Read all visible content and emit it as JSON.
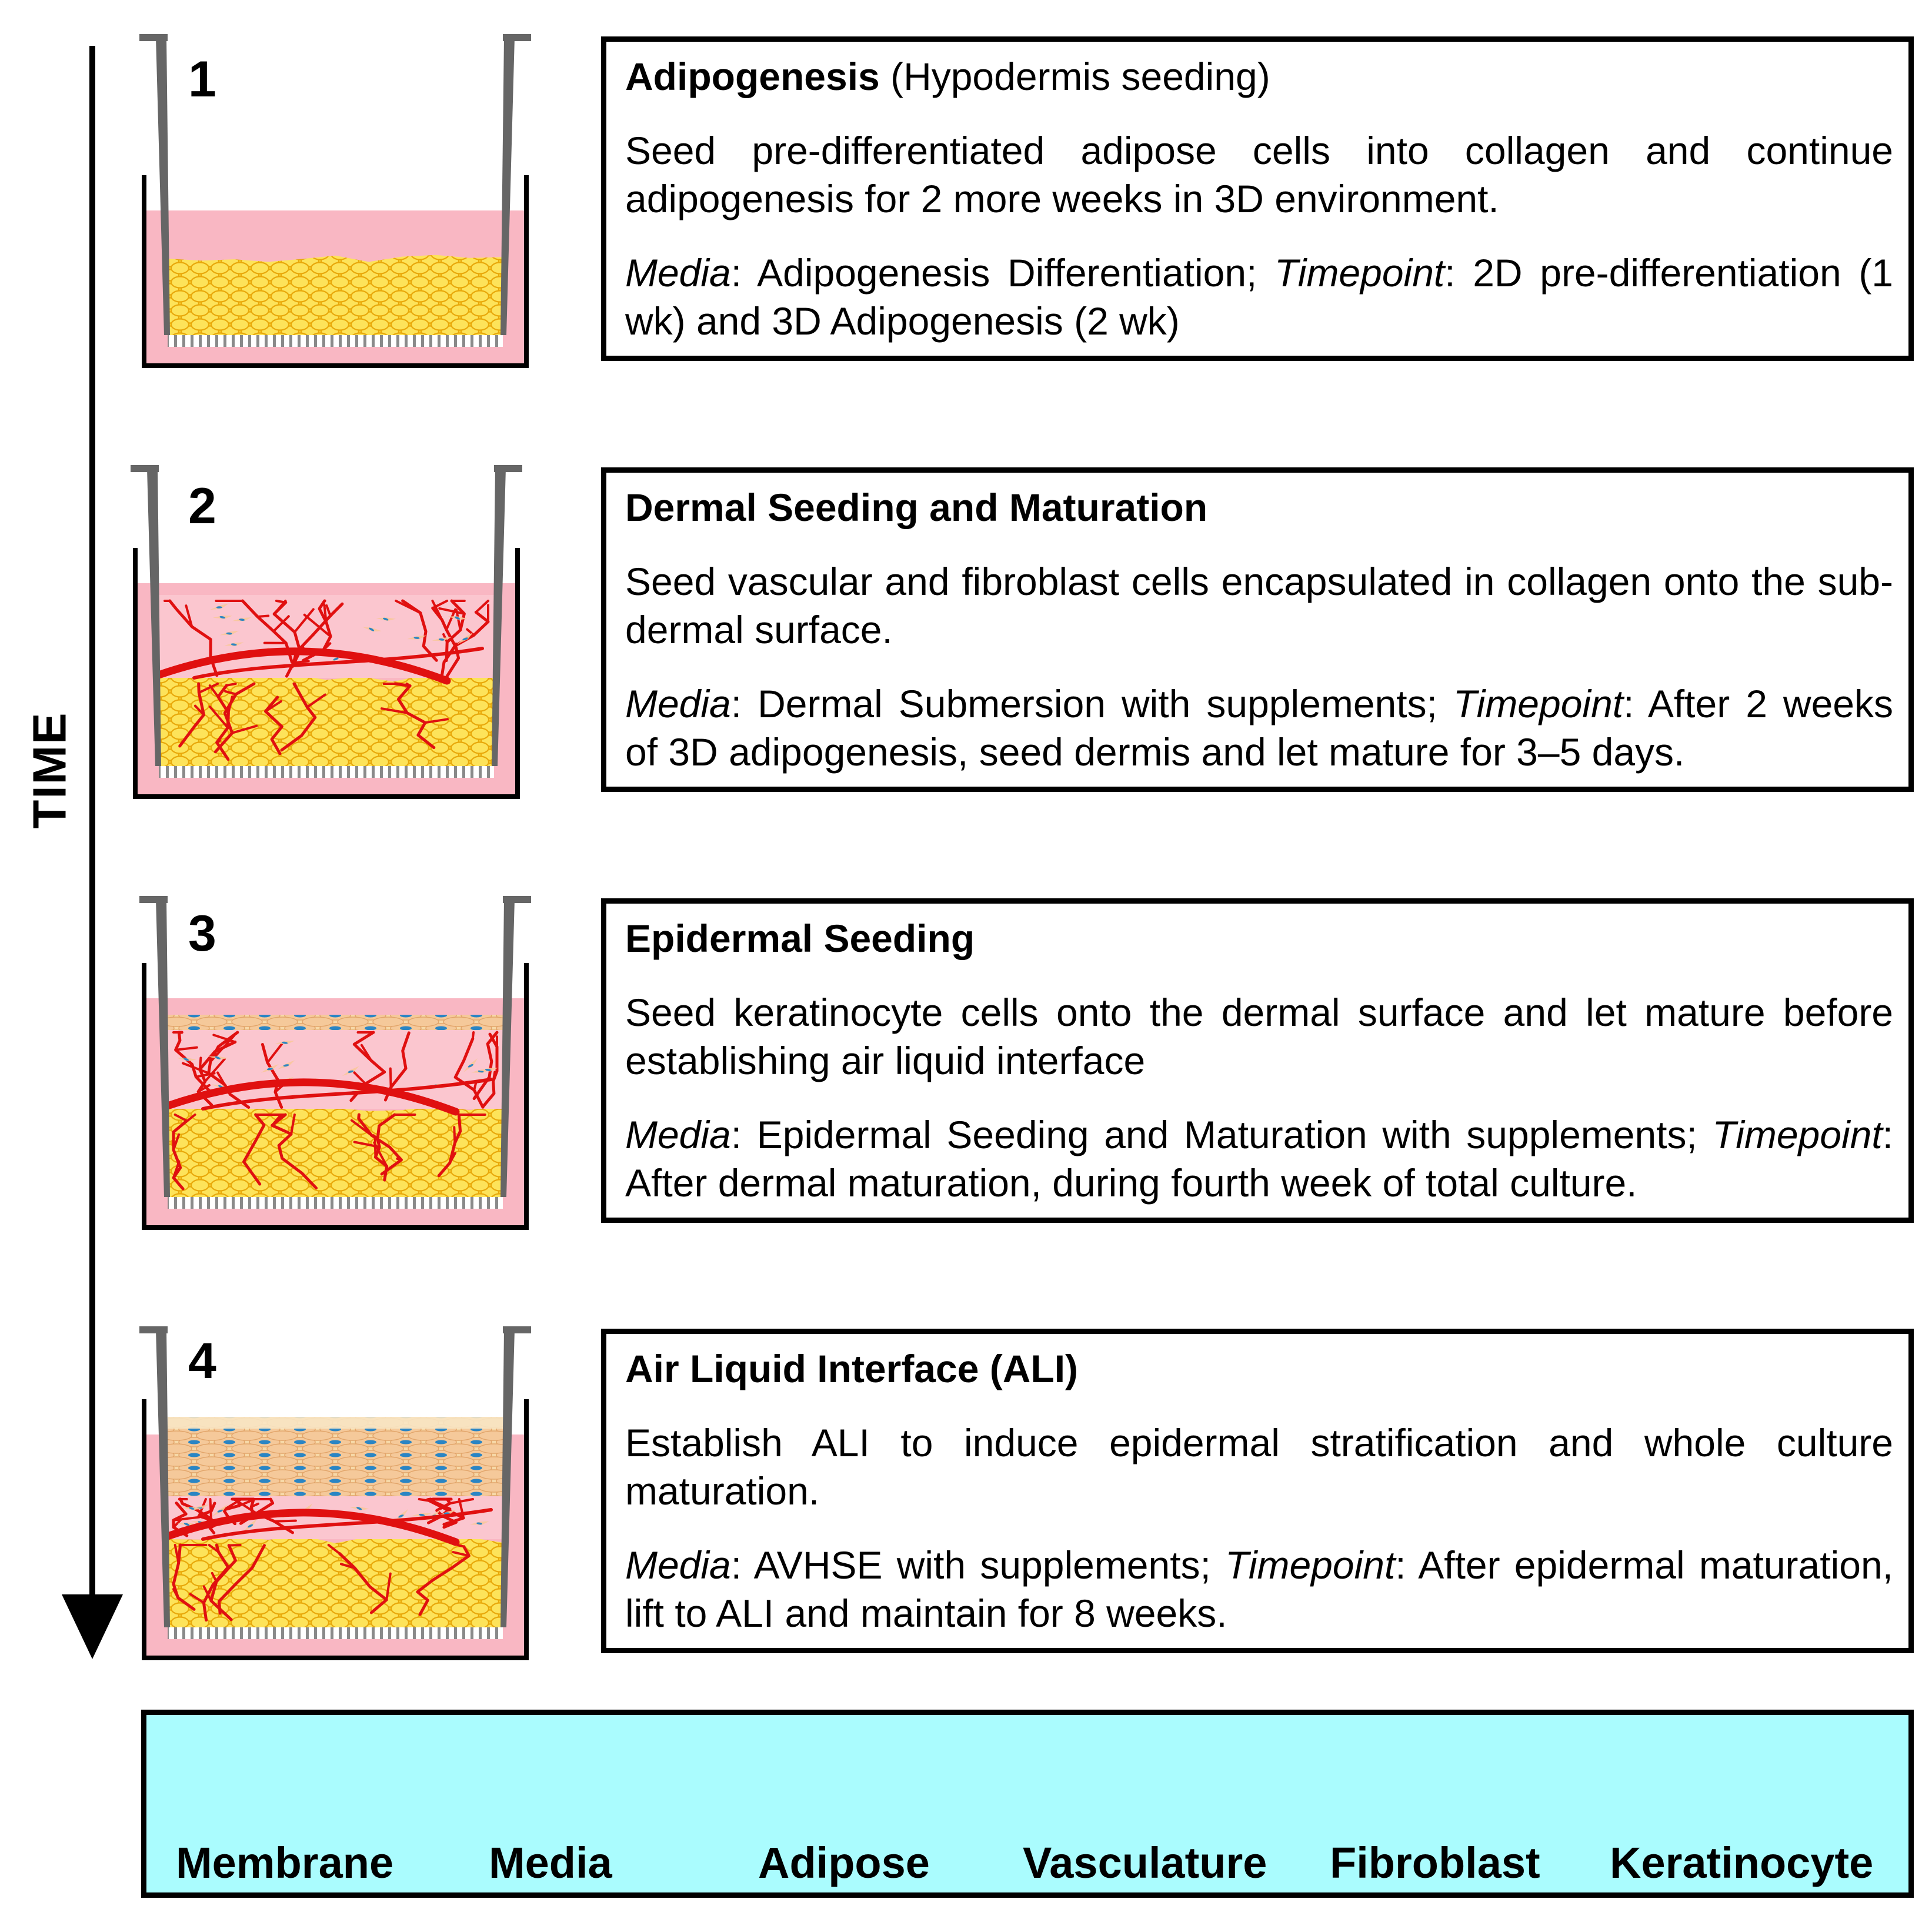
{
  "axis_label": "TIME",
  "steps": [
    {
      "number": "1",
      "title_bold": "Adipogenesis",
      "title_rest": " (Hypodermis seeding)",
      "body": "Seed pre-differentiated adipose cells into collagen and continue adipogenesis for 2 more weeks in 3D environment.",
      "media_label": "Media",
      "media_text": ": Adipogenesis Differentiation; ",
      "timepoint_label": "Timepoint",
      "timepoint_text": ": 2D pre-differentiation (1 wk) and 3D Adipogenesis (2 wk)",
      "layers": [
        "adipose"
      ]
    },
    {
      "number": "2",
      "title_bold": "Dermal Seeding and Maturation",
      "title_rest": "",
      "body": "Seed vascular and fibroblast cells encapsulated in collagen onto the sub-dermal surface.",
      "media_label": "Media",
      "media_text": ": Dermal Submersion with supplements; ",
      "timepoint_label": "Timepoint",
      "timepoint_text": ": After 2 weeks of 3D adipogenesis, seed dermis and let mature for 3–5 days.",
      "layers": [
        "adipose",
        "dermis"
      ]
    },
    {
      "number": "3",
      "title_bold": "Epidermal Seeding",
      "title_rest": "",
      "body": "Seed keratinocyte cells onto the dermal surface and let mature before establishing air liquid interface",
      "media_label": "Media",
      "media_text": ": Epidermal Seeding and Maturation with supplements; ",
      "timepoint_label": "Timepoint",
      "timepoint_text": ": After dermal maturation, during fourth week of total culture.",
      "layers": [
        "adipose",
        "dermis",
        "epidermis-thin"
      ]
    },
    {
      "number": "4",
      "title_bold": "Air Liquid Interface (ALI)",
      "title_rest": "",
      "body": "Establish ALI to induce epidermal stratification and whole culture maturation.",
      "media_label": "Media",
      "media_text": ": AVHSE with supplements; ",
      "timepoint_label": "Timepoint",
      "timepoint_text": ": After epidermal maturation, lift to ALI and maintain for 8 weeks.",
      "layers": [
        "adipose",
        "dermis",
        "epidermis-thick"
      ]
    }
  ],
  "legend": [
    {
      "label": "Membrane",
      "icon": "membrane-icon"
    },
    {
      "label": "Media",
      "icon": "media-icon"
    },
    {
      "label": "Adipose",
      "icon": "adipose-icon"
    },
    {
      "label": "Vasculature",
      "icon": "vasculature-icon"
    },
    {
      "label": "Fibroblast",
      "icon": "fibroblast-icon"
    },
    {
      "label": "Keratinocyte",
      "icon": "keratinocyte-icon"
    }
  ],
  "colors": {
    "media": "#f9b7c3",
    "adipose_fill": "#fcd436",
    "adipose_stroke": "#e8a80a",
    "vasculature": "#e01010",
    "fibroblast": "#f8c79a",
    "keratinocyte_nucleus": "#2a85c4",
    "keratinocyte_cell": "#f5c99a",
    "membrane": "#888888",
    "insert_wall": "#666666",
    "legend_bg": "#aafcfe"
  }
}
